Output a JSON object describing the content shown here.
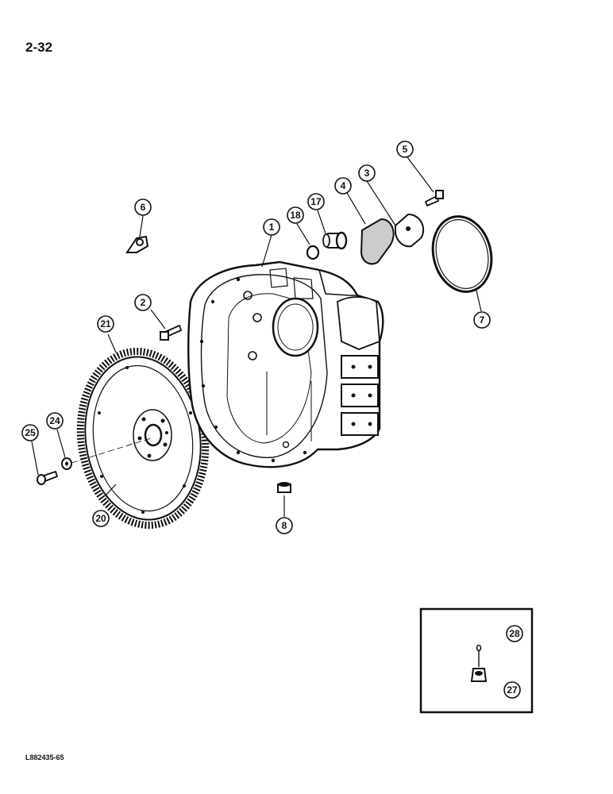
{
  "page": {
    "number": "2-32",
    "drawing_code": "L882435-65"
  },
  "callouts": [
    {
      "id": "c1",
      "label": "1"
    },
    {
      "id": "c2",
      "label": "2"
    },
    {
      "id": "c3",
      "label": "3"
    },
    {
      "id": "c4",
      "label": "4"
    },
    {
      "id": "c5",
      "label": "5"
    },
    {
      "id": "c6",
      "label": "6"
    },
    {
      "id": "c7",
      "label": "7"
    },
    {
      "id": "c8",
      "label": "8"
    },
    {
      "id": "c17",
      "label": "17"
    },
    {
      "id": "c18",
      "label": "18"
    },
    {
      "id": "c20",
      "label": "20"
    },
    {
      "id": "c21",
      "label": "21"
    },
    {
      "id": "c24",
      "label": "24"
    },
    {
      "id": "c25",
      "label": "25"
    },
    {
      "id": "c27",
      "label": "27"
    },
    {
      "id": "c28",
      "label": "28"
    }
  ]
}
